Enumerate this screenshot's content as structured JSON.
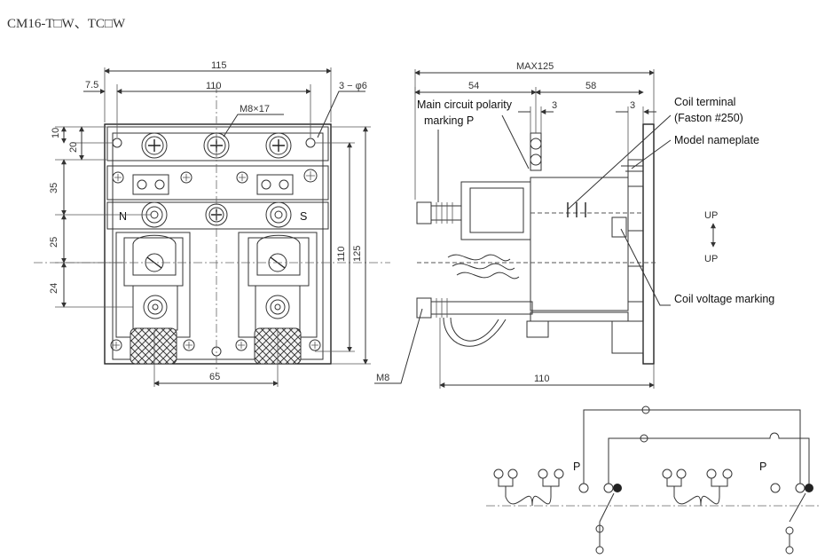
{
  "title": "CM16-T□W、TC□W",
  "front_view": {
    "dims": {
      "w115": "115",
      "d7_5": "7.5",
      "w110": "110",
      "holes": "3 − φ6",
      "screw": "M8×17",
      "h10": "10",
      "h20": "20",
      "h35": "35",
      "h25": "25",
      "h24": "24",
      "h110": "110",
      "h125": "125",
      "w65": "65"
    },
    "pole_n": "N",
    "pole_s": "S"
  },
  "side_view": {
    "dims": {
      "max125": "MAX125",
      "d54": "54",
      "d58": "58",
      "d3a": "3",
      "d3b": "3",
      "d110": "110",
      "m8": "M8"
    },
    "labels": {
      "polarity_line1": "Main circuit polarity",
      "polarity_line2": "marking  P",
      "coil_terminal_line1": "Coil terminal",
      "coil_terminal_line2": "(Faston #250)",
      "model_nameplate": "Model nameplate",
      "up_top": "UP",
      "up_bottom": "UP",
      "coil_voltage": "Coil voltage marking"
    }
  },
  "schematic": {
    "p_left": "P",
    "p_right": "P"
  }
}
